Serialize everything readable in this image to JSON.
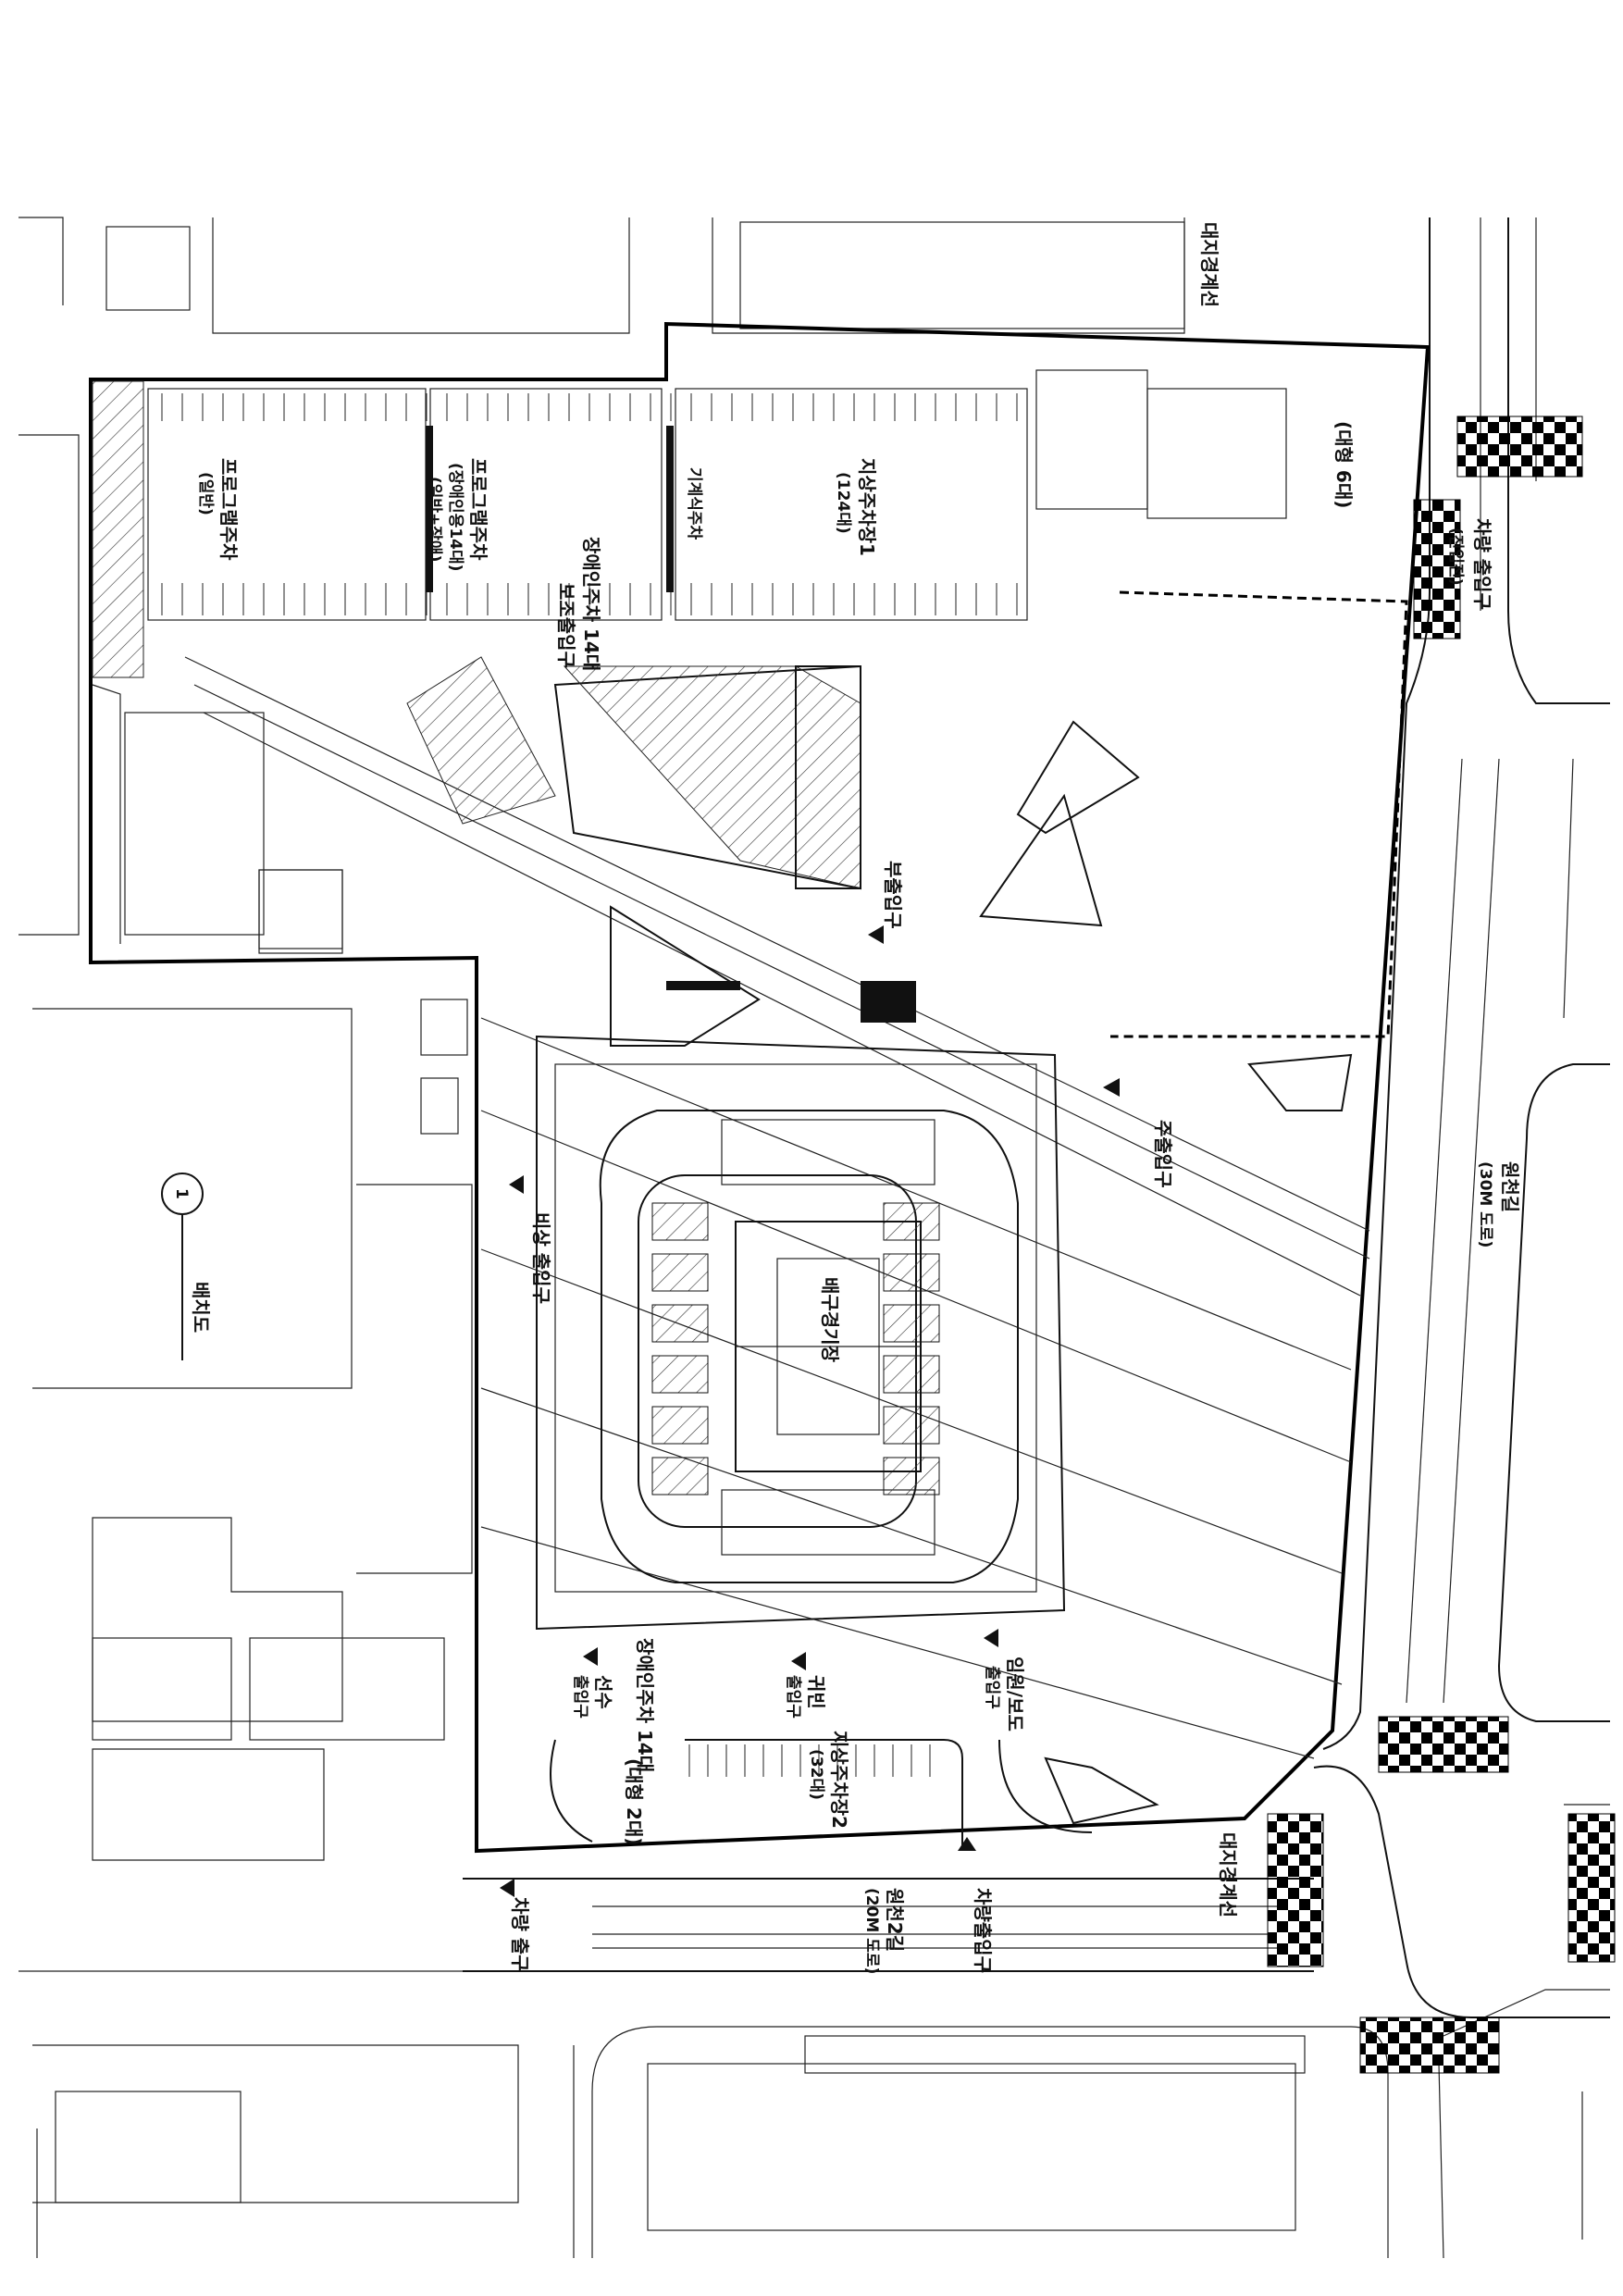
{
  "labels": {
    "site_boundary": "대지경계선",
    "vehicle_entrance_top": "차량 출입구",
    "vehicle_entrance_top_sub": "(진입전)",
    "bus_6": "(대형 6대)",
    "underground_parking_top": "지상주차장1",
    "underground_parking_top_sub": "(124대)",
    "mechanical_parking": "기계식주차",
    "program_parking_1": "프로그램주차",
    "program_parking_1_sub": "(일반)",
    "program_parking_2": "프로그램주차",
    "program_parking_2_sub": "(장애인용14대)",
    "program_parking_2_sub2": "(일반+장애)",
    "disabled_parking_top": "장애인주차 14대",
    "side_entrance_top": "보조출입구",
    "sub_entrance": "부출입구",
    "main_entrance": "주출입구",
    "emergency_exit": "비상 출입구",
    "volleyball_court": "배구경기장",
    "disabled_parking_bottom": "장애인주차 14대",
    "athlete_entrance": "선수",
    "athlete_entrance_sub": "출입구",
    "vip_entrance": "귀빈",
    "vip_entrance_sub": "출입구",
    "staff_entrance": "임원/보도",
    "staff_entrance_sub": "출입구",
    "underground_parking_bottom": "지상주차장2",
    "underground_parking_bottom_sub": "(32대)",
    "bus_2": "(대형 2대)",
    "vehicle_exit": "차량 출구",
    "vehicle_entrance_bottom": "차량출입구",
    "road_left": "원천2길",
    "road_left_sub": "(20M 도로)",
    "road_right": "원천길",
    "road_right_sub": "(30M 도로)",
    "site_boundary_bottom": "대지경계선",
    "key_plan_number": "1",
    "key_plan": "배치도"
  }
}
